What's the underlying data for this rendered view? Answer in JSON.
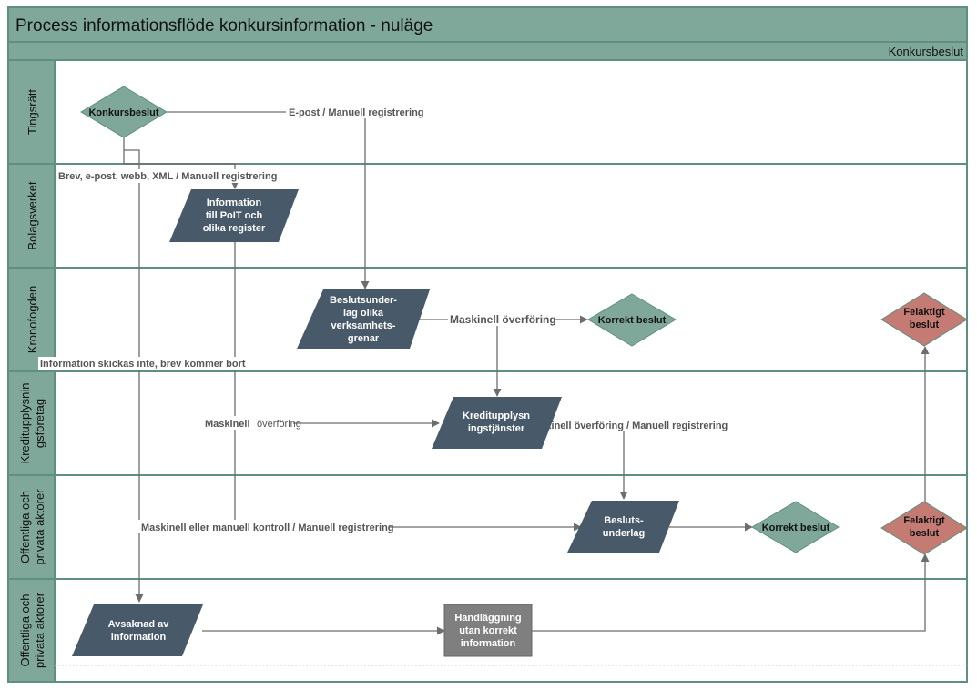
{
  "title": "Process informationsflöde konkursinformation - nuläge",
  "phase_label": "Konkursbeslut",
  "colors": {
    "header": "#7fa89a",
    "lane_label_bg": "#7fa89a",
    "border": "#5f8f80",
    "parallelogram": "#48596a",
    "diamond_green": "#7fa89a",
    "diamond_red": "#c47b73",
    "process_gray": "#7f7f7f"
  },
  "lanes": [
    {
      "label": "Tingsrätt"
    },
    {
      "label": "Bolagsverket"
    },
    {
      "label": "Kronofogden"
    },
    {
      "label_lines": [
        "Kreditupplysnin",
        "gsföretag"
      ]
    },
    {
      "label_lines": [
        "Offentliga och",
        "privata aktörer"
      ]
    },
    {
      "label_lines": [
        "Offentliga och",
        "privata aktörer"
      ]
    }
  ],
  "nodes": {
    "konkursbeslut": {
      "lines": [
        "Konkursbeslut"
      ],
      "shape": "diamond-green-icon"
    },
    "information_polt": {
      "lines": [
        "Information",
        "till PoIT och",
        "olika register"
      ],
      "shape": "parallelogram"
    },
    "beslutsunderlag_kfm": {
      "lines": [
        "Beslutsunder-",
        "lag olika",
        "verksamhets-",
        "grenar"
      ],
      "shape": "parallelogram"
    },
    "korrekt_beslut_kfm": {
      "lines": [
        "Korrekt beslut"
      ],
      "shape": "diamond-green-icon"
    },
    "felaktigt_beslut_kfm": {
      "lines": [
        "Felaktigt",
        "beslut"
      ],
      "shape": "diamond-red-icon"
    },
    "kreditupplysningstjanster": {
      "lines": [
        "Kreditupplysn",
        "ingstjänster"
      ],
      "shape": "parallelogram"
    },
    "beslutsunderlag_akt": {
      "lines": [
        "Besluts-",
        "underlag"
      ],
      "shape": "parallelogram"
    },
    "korrekt_beslut_akt": {
      "lines": [
        "Korrekt beslut"
      ],
      "shape": "diamond-green-icon"
    },
    "felaktigt_beslut_akt": {
      "lines": [
        "Felaktigt",
        "beslut"
      ],
      "shape": "diamond-red-icon"
    },
    "avsaknad": {
      "lines": [
        "Avsaknad av",
        "information"
      ],
      "shape": "parallelogram"
    },
    "handlaggning": {
      "lines": [
        "Handläggning",
        "utan korrekt",
        "information"
      ],
      "shape": "rectangle"
    }
  },
  "edge_labels": {
    "epost_manuell": "E-post / Manuell registrering",
    "brev_epost": "Brev, e-post, webb, XML / Manuell registrering",
    "maskinell_overforing_kfm": "Maskinell överföring",
    "information_skickas_inte": "Information skickas inte, brev kommer bort",
    "maskinell_bold": "Maskinell",
    "overforing_regular": "överföring",
    "maskinell_manuell_kred": "Maskinell överföring / Manuell registrering",
    "maskinell_kontroll": "Maskinell eller manuell kontroll / Manuell registrering"
  }
}
